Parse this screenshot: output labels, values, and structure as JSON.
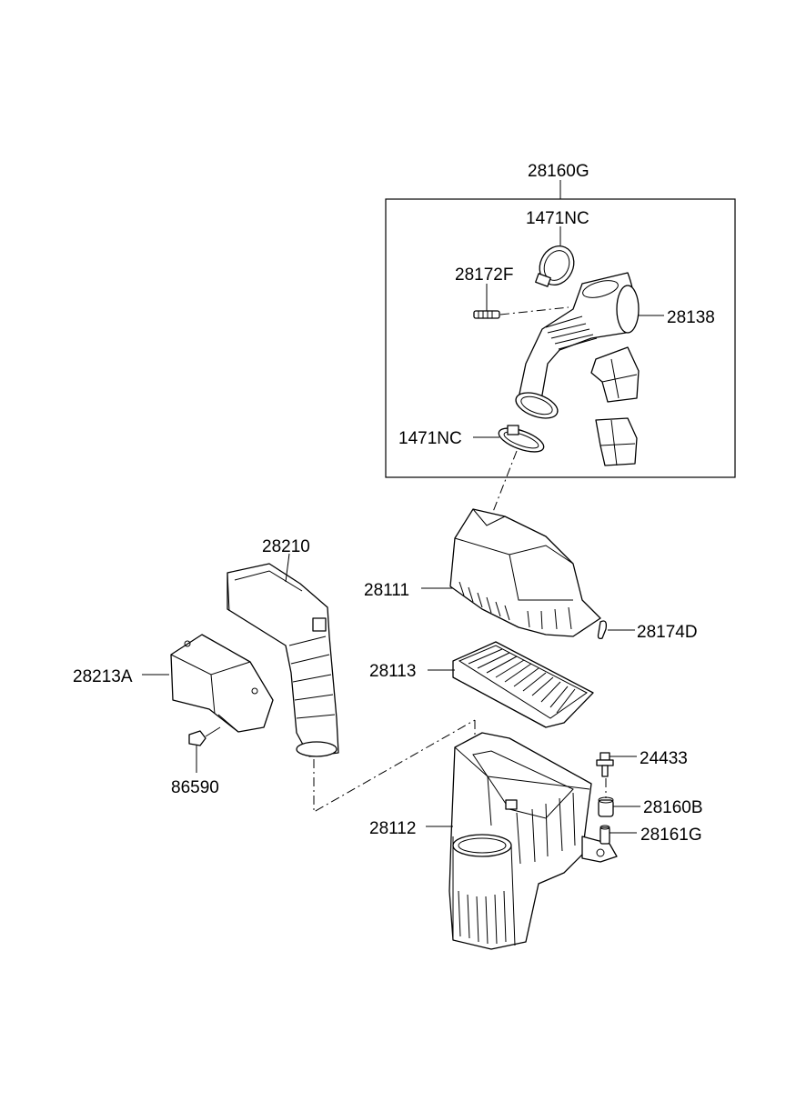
{
  "diagram": {
    "assembly_label": "28160G",
    "parts": {
      "clamp_upper": "1471NC",
      "bolt": "28172F",
      "intake_hose": "28138",
      "clamp_lower": "1471NC",
      "air_duct": "28210",
      "cleaner_cover": "28111",
      "clip": "28174D",
      "resonator": "28213A",
      "filter_element": "28113",
      "screw": "86590",
      "bolt_mount": "24433",
      "insulator": "28160B",
      "collar": "28161G",
      "cleaner_body": "28112"
    }
  }
}
